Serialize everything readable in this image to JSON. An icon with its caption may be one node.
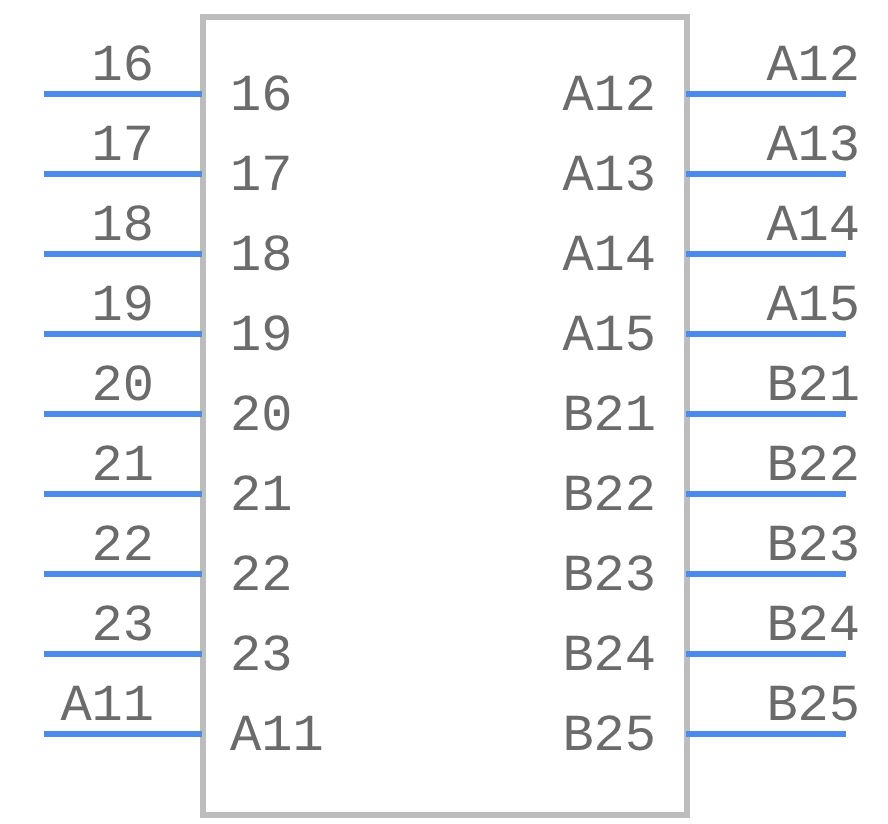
{
  "diagram": {
    "labels": [
      "16",
      "16",
      "A12",
      "A12",
      "17",
      "17",
      "A13",
      "A13",
      "18",
      "18",
      "A14",
      "A14",
      "19",
      "19",
      "A15",
      "A15",
      "20",
      "20",
      "B21",
      "B21",
      "21",
      "21",
      "B22",
      "B22",
      "22",
      "22",
      "B23",
      "B23",
      "23",
      "23",
      "B24",
      "B24",
      "A11",
      "A11",
      "B25",
      "B25"
    ]
  }
}
